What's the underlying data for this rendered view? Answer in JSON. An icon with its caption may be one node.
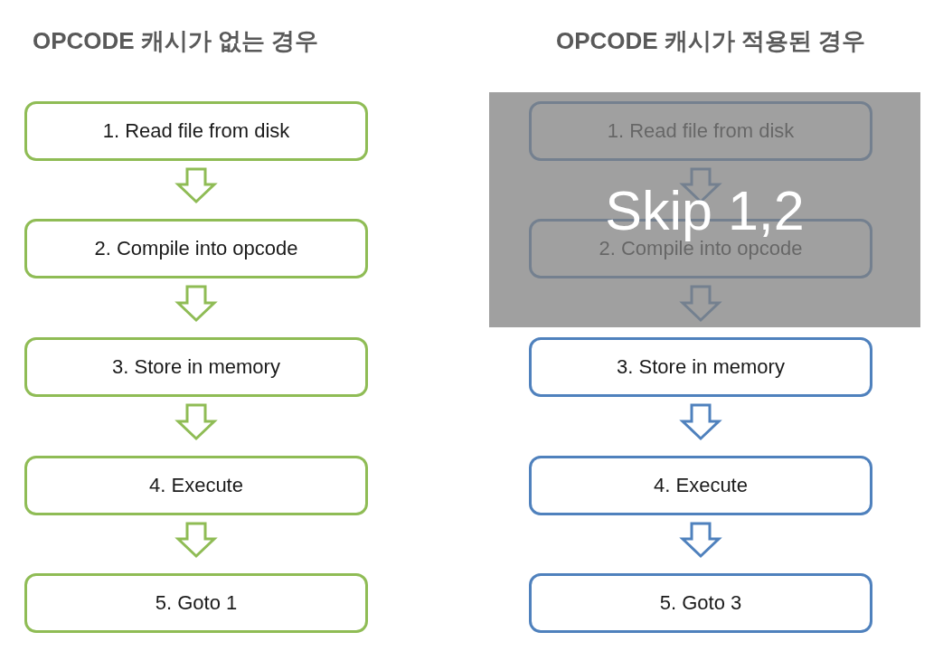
{
  "diagram": {
    "nodes": [
      {
        "text": [
          "1. Read file from disk"
        ]
      },
      {
        "text": [
          "2. Compile into opcode"
        ]
      },
      {
        "text": [
          "3. Store in memory"
        ]
      },
      {
        "text": [
          "4. Execute"
        ]
      },
      {
        "text": [
          "5. Goto 1"
        ]
      },
      {
        "text": [
          "Skip 1,2"
        ]
      },
      {
        "text": [
          "1. Read file from disk"
        ],
        "in": 5
      },
      {
        "text": [
          "2. Compile into opcode"
        ],
        "in": 5
      },
      {
        "text": [
          "3. Store in memory"
        ]
      },
      {
        "text": [
          "4. Execute"
        ]
      },
      {
        "text": [
          "5. Goto 3"
        ]
      }
    ],
    "edges": [
      {
        "from": 0,
        "to": 1,
        "arrow": "to",
        "color": "#8fbc55"
      },
      {
        "from": 1,
        "to": 2,
        "arrow": "to",
        "color": "#8fbc55"
      },
      {
        "from": 2,
        "to": 3,
        "arrow": "to",
        "color": "#8fbc55"
      },
      {
        "from": 3,
        "to": 4,
        "arrow": "to",
        "color": "#8fbc55"
      },
      {
        "from": 6,
        "to": 7,
        "arrow": "to",
        "color": "#4f81bd"
      },
      {
        "from": 7,
        "to": 8,
        "arrow": "to",
        "color": "#4f81bd"
      },
      {
        "from": 8,
        "to": 9,
        "arrow": "to",
        "color": "#4f81bd"
      },
      {
        "from": 9,
        "to": 10,
        "arrow": "to",
        "color": "#4f81bd"
      }
    ],
    "labels": [
      "OPCODE 캐시가 없는 경우",
      "OPCODE 캐시가 적용된 경우"
    ]
  }
}
